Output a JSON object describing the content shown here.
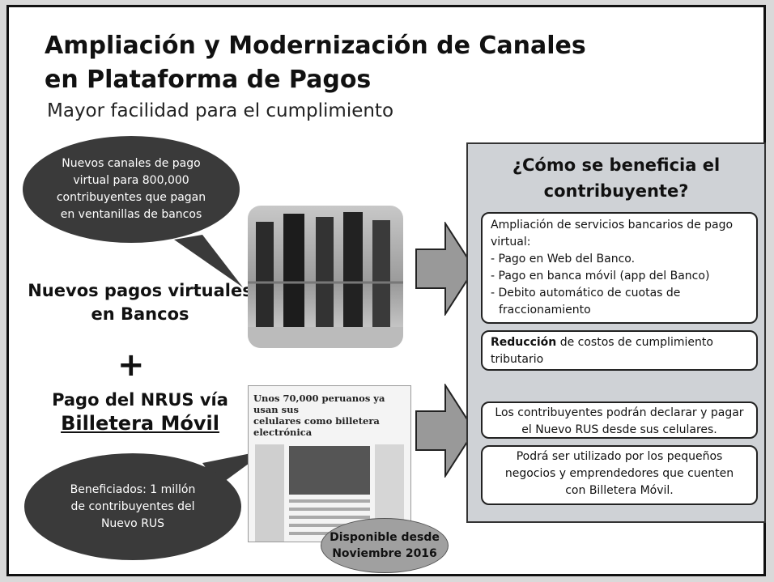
{
  "title_line1": "Ampliación y Modernización de Canales",
  "title_line2": "en Plataforma de Pagos",
  "subtitle": "Mayor facilidad para el cumplimiento",
  "bubble_top": {
    "line1": "Nuevos canales de pago",
    "line2": "virtual para 800,000",
    "line3": "contribuyentes que pagan",
    "line4": "en ventanillas de bancos"
  },
  "left_heading_1": {
    "line1": "Nuevos pagos virtuales",
    "line2": "en Bancos"
  },
  "plus": "+",
  "left_heading_2": {
    "line1": "Pago del NRUS vía",
    "line2": "Billetera Móvil"
  },
  "bubble_bottom": {
    "line1": "Beneficiados:  1 millón",
    "line2": "de contribuyentes del",
    "line3": "Nuevo RUS"
  },
  "newspaper": {
    "headline_line1": "Unos 70,000 peruanos ya usan sus",
    "headline_line2": "celulares como billetera electrónica"
  },
  "availability_badge": {
    "line1": "Disponible desde",
    "line2": "Noviembre 2016"
  },
  "panel": {
    "heading_line1": "¿Cómo se beneficia el",
    "heading_line2": "contribuyente?",
    "card1": {
      "intro_line1": "Ampliación de servicios bancarios de pago",
      "intro_line2": "virtual:",
      "item1": "- Pago en Web del Banco.",
      "item2": "- Pago en banca  móvil (app del Banco)",
      "item3_line1": "- Debito automático de cuotas de",
      "item3_line2": "fraccionamiento"
    },
    "card2": {
      "bold": "Reducción",
      "rest": " de costos de cumplimiento",
      "line2": "tributario"
    },
    "card3": {
      "line1": "Los contribuyentes podrán declarar y pagar",
      "line2": "el Nuevo RUS desde sus celulares."
    },
    "card4": {
      "line1": "Podrá ser utilizado por los pequeños",
      "line2": "negocios y emprendedores que cuenten",
      "line3": "con Billetera Móvil."
    }
  },
  "colors": {
    "bubble": "#3a3a3a",
    "panel": "#cfd2d6",
    "arrow": "#999999",
    "badge": "#a0a0a0"
  },
  "icons": [
    "arrow-right-icon",
    "queue-photo",
    "newspaper-photo"
  ]
}
